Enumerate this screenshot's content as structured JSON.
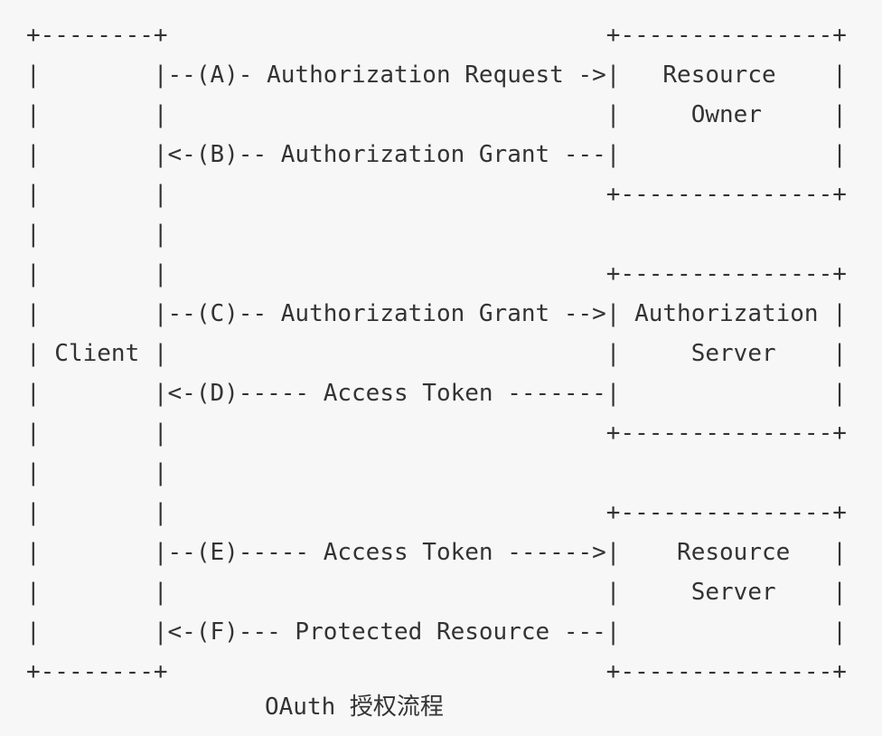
{
  "diagram": {
    "lines": [
      "+--------+                               +---------------+",
      "|        |--(A)- Authorization Request ->|   Resource    |",
      "|        |                               |     Owner     |",
      "|        |<-(B)-- Authorization Grant ---|               |",
      "|        |                               +---------------+",
      "|        |",
      "|        |                               +---------------+",
      "|        |--(C)-- Authorization Grant -->| Authorization |",
      "| Client |                               |     Server    |",
      "|        |<-(D)----- Access Token -------|               |",
      "|        |                               +---------------+",
      "|        |",
      "|        |                               +---------------+",
      "|        |--(E)----- Access Token ------>|    Resource   |",
      "|        |                               |     Server    |",
      "|        |<-(F)--- Protected Resource ---|               |",
      "+--------+                               +---------------+"
    ],
    "caption": "OAuth 授权流程"
  }
}
